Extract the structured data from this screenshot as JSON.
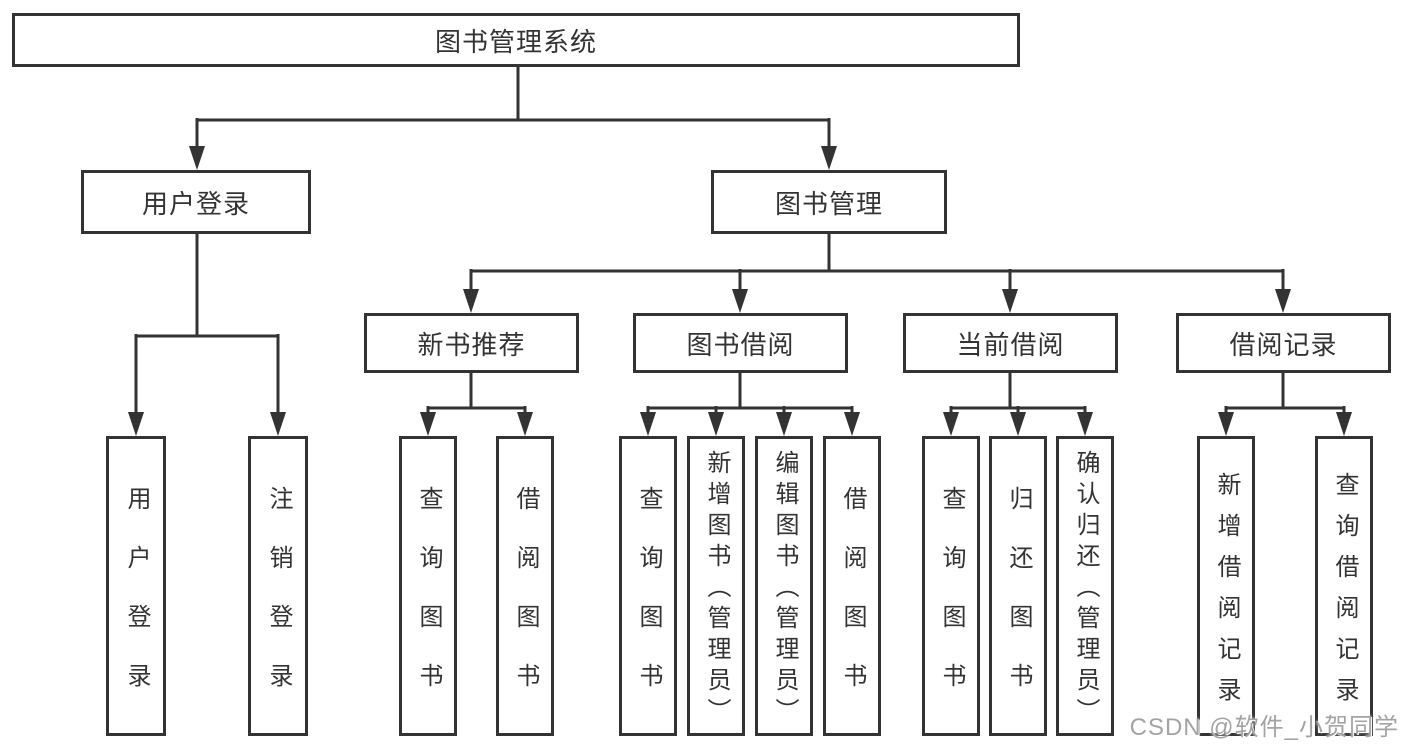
{
  "colors": {
    "line": "#333333",
    "text": "#333333",
    "background": "#ffffff",
    "watermark": "#a3a3a3"
  },
  "tree": {
    "root": {
      "label": "图书管理系统"
    },
    "branches": [
      {
        "label": "用户登录",
        "children": [
          {
            "label": "用户登录"
          },
          {
            "label": "注销登录"
          }
        ]
      },
      {
        "label": "图书管理",
        "groups": [
          {
            "label": "新书推荐",
            "children": [
              {
                "label": "查询图书"
              },
              {
                "label": "借阅图书"
              }
            ]
          },
          {
            "label": "图书借阅",
            "children": [
              {
                "label": "查询图书"
              },
              {
                "label": "新增图书（管理员）"
              },
              {
                "label": "编辑图书（管理员）"
              },
              {
                "label": "借阅图书"
              }
            ]
          },
          {
            "label": "当前借阅",
            "children": [
              {
                "label": "查询图书"
              },
              {
                "label": "归还图书"
              },
              {
                "label": "确认归还（管理员）"
              }
            ]
          },
          {
            "label": "借阅记录",
            "children": [
              {
                "label": "新增借阅记录"
              },
              {
                "label": "查询借阅记录"
              }
            ]
          }
        ]
      }
    ]
  },
  "watermark": {
    "text": "CSDN @软件_小贺同学"
  }
}
